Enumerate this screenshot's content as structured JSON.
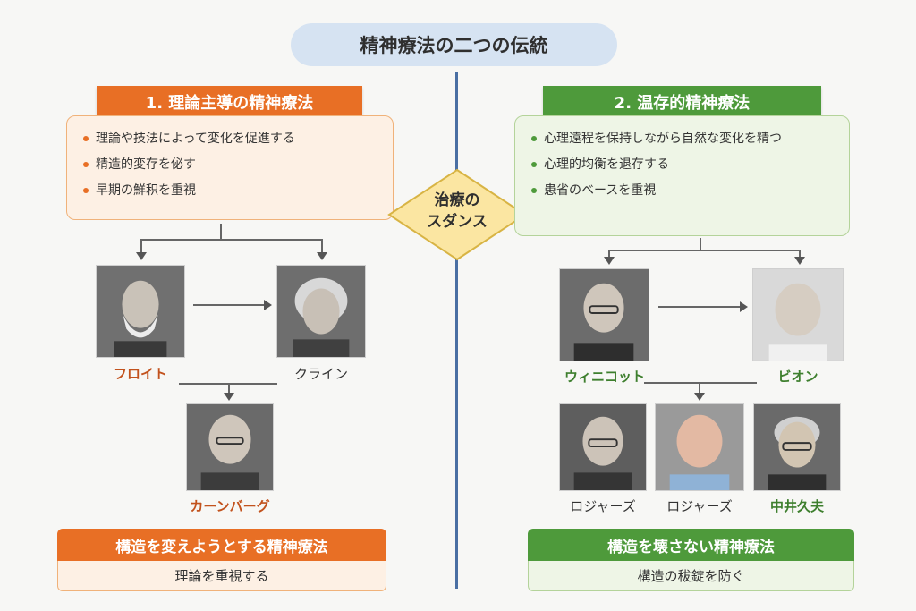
{
  "title": "精神療法の二つの伝統",
  "center": {
    "line1": "治療の",
    "line2": "スダンス"
  },
  "left": {
    "header": "1. 理論主導の精神療法",
    "bullets": [
      "理論や技法によって変化を促進する",
      "精造的変存を佖す",
      "早期の鮮积を重視"
    ],
    "people": {
      "freud": "フロイト",
      "klein": "クライン",
      "kernberg": "カーンバーグ"
    },
    "footer_title": "構造を変えようとする精神療法",
    "footer_text": "理論を重視する"
  },
  "right": {
    "header": "2. 温存的精神療法",
    "bullets": [
      "心理遠程を保持しながら自然な変化を精つ",
      "心理的均衡を退存する",
      "患省のベースを重視"
    ],
    "people": {
      "winnicott": "ウィニコット",
      "bion": "ビオン",
      "rogers1": "ロジャーズ",
      "rogers2": "ロジャーズ",
      "nakai": "中井久夫"
    },
    "footer_title": "構造を壊さない精神療法",
    "footer_text": "構造の秡錠を防ぐ"
  },
  "colors": {
    "orange": "#e86f25",
    "green": "#4e9a3b",
    "title_bg": "#d6e3f2",
    "divider": "#4a6fa3",
    "diamond": "#fbe6a2"
  }
}
